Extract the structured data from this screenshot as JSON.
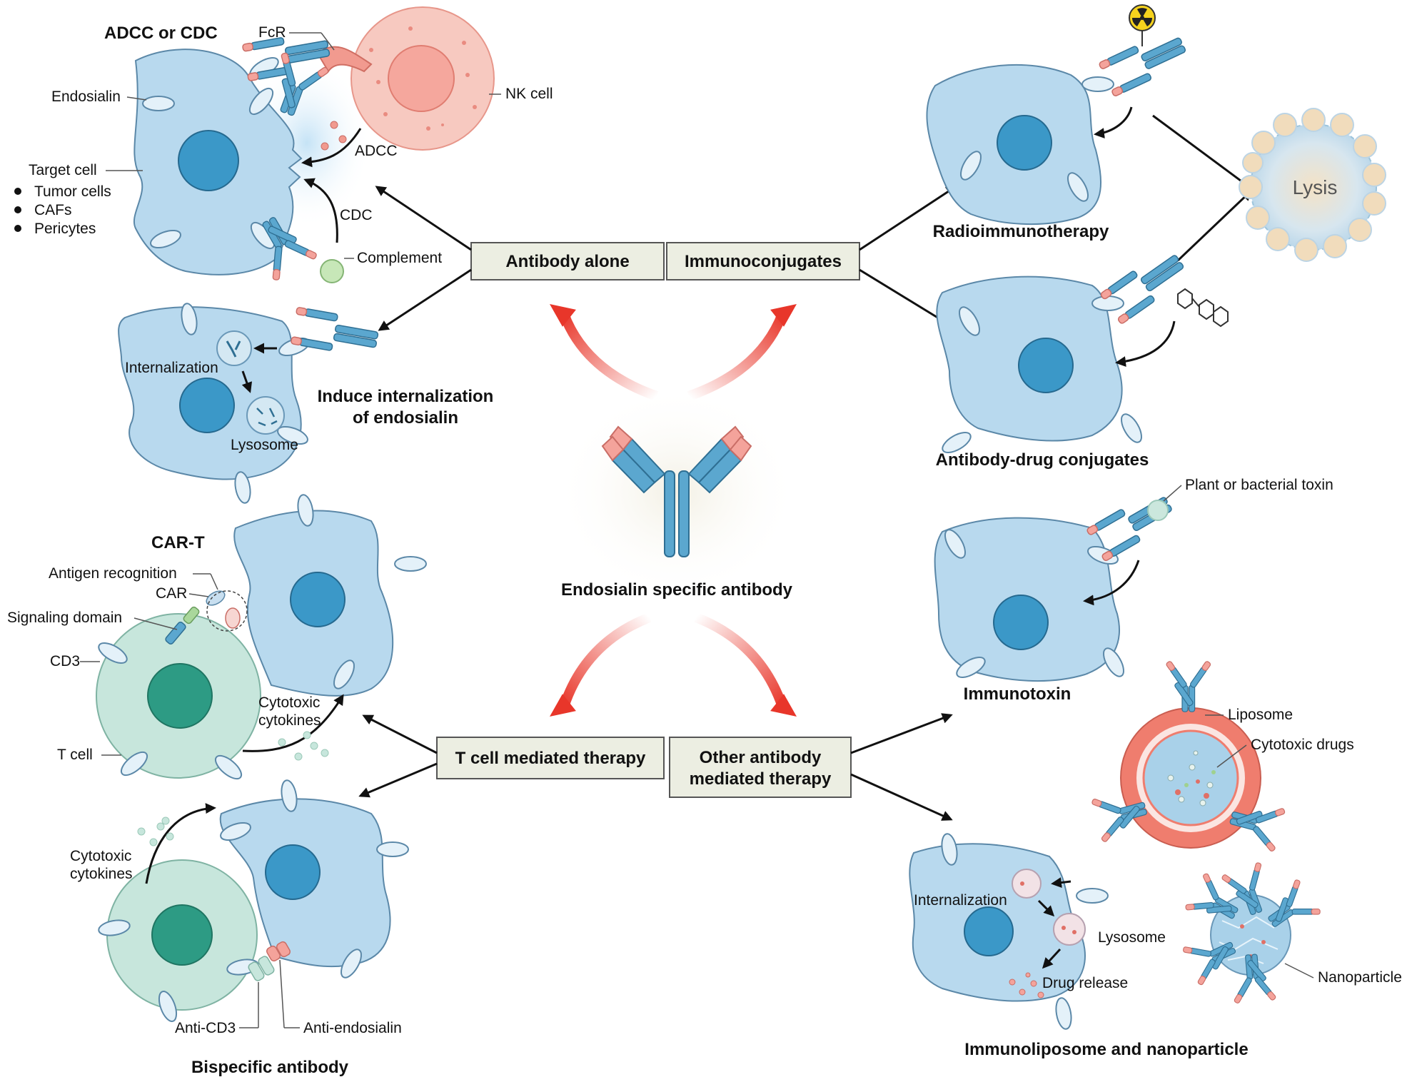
{
  "center": {
    "title": "Endosialin specific antibody"
  },
  "boxes": {
    "antibody_alone": "Antibody  alone",
    "immunoconjugates": "Immunoconjugates",
    "t_cell_therapy": "T cell mediated therapy",
    "other_line1": "Other antibody",
    "other_line2": "mediated therapy"
  },
  "adcc": {
    "title": "ADCC or CDC",
    "fcr": "FcR",
    "endosialin": "Endosialin",
    "nk_cell": "NK cell",
    "adcc": "ADCC",
    "target_cell": "Target cell",
    "bullets": [
      "Tumor cells",
      "CAFs",
      "Pericytes"
    ],
    "cdc": "CDC",
    "complement": "Complement"
  },
  "internalization": {
    "internalization": "Internalization",
    "lysosome": "Lysosome",
    "title_line1": "Induce internalization",
    "title_line2": "of endosialin"
  },
  "cart": {
    "title": "CAR-T",
    "antigen_recognition": "Antigen recognition",
    "car": "CAR",
    "signaling_domain": "Signaling domain",
    "cd3": "CD3",
    "cytokines_line1": "Cytotoxic",
    "cytokines_line2": "cytokines",
    "t_cell": "T cell"
  },
  "bispecific": {
    "cytokines_line1": "Cytotoxic",
    "cytokines_line2": "cytokines",
    "anti_cd3": "Anti-CD3",
    "anti_endosialin": "Anti-endosialin",
    "title": "Bispecific antibody"
  },
  "right": {
    "radioimmunotherapy": "Radioimmunotherapy",
    "lysis": "Lysis",
    "adc": "Antibody-drug conjugates",
    "toxin": "Plant or bacterial toxin",
    "immunotoxin": "Immunotoxin",
    "liposome": "Liposome",
    "cytotoxic_drugs": "Cytotoxic drugs",
    "internalization": "Internalization",
    "lysosome": "Lysosome",
    "drug_release": "Drug release",
    "nanoparticle": "Nanoparticle",
    "immunoliposome_title": "Immunoliposome  and nanoparticle"
  },
  "colors": {
    "cell_fill": "#b8d9ee",
    "nucleus": "#3b98c8",
    "t_cell_fill": "#c7e6dc",
    "t_cell_nucleus": "#2d9b84",
    "nk_cell": "#f7c9c0",
    "antibody_blue": "#5ba7cf",
    "antibody_tip": "#f4a39b",
    "red_arrow": "#e8362a",
    "box_fill": "#eceee2",
    "liposome": "#ef7d6e"
  }
}
